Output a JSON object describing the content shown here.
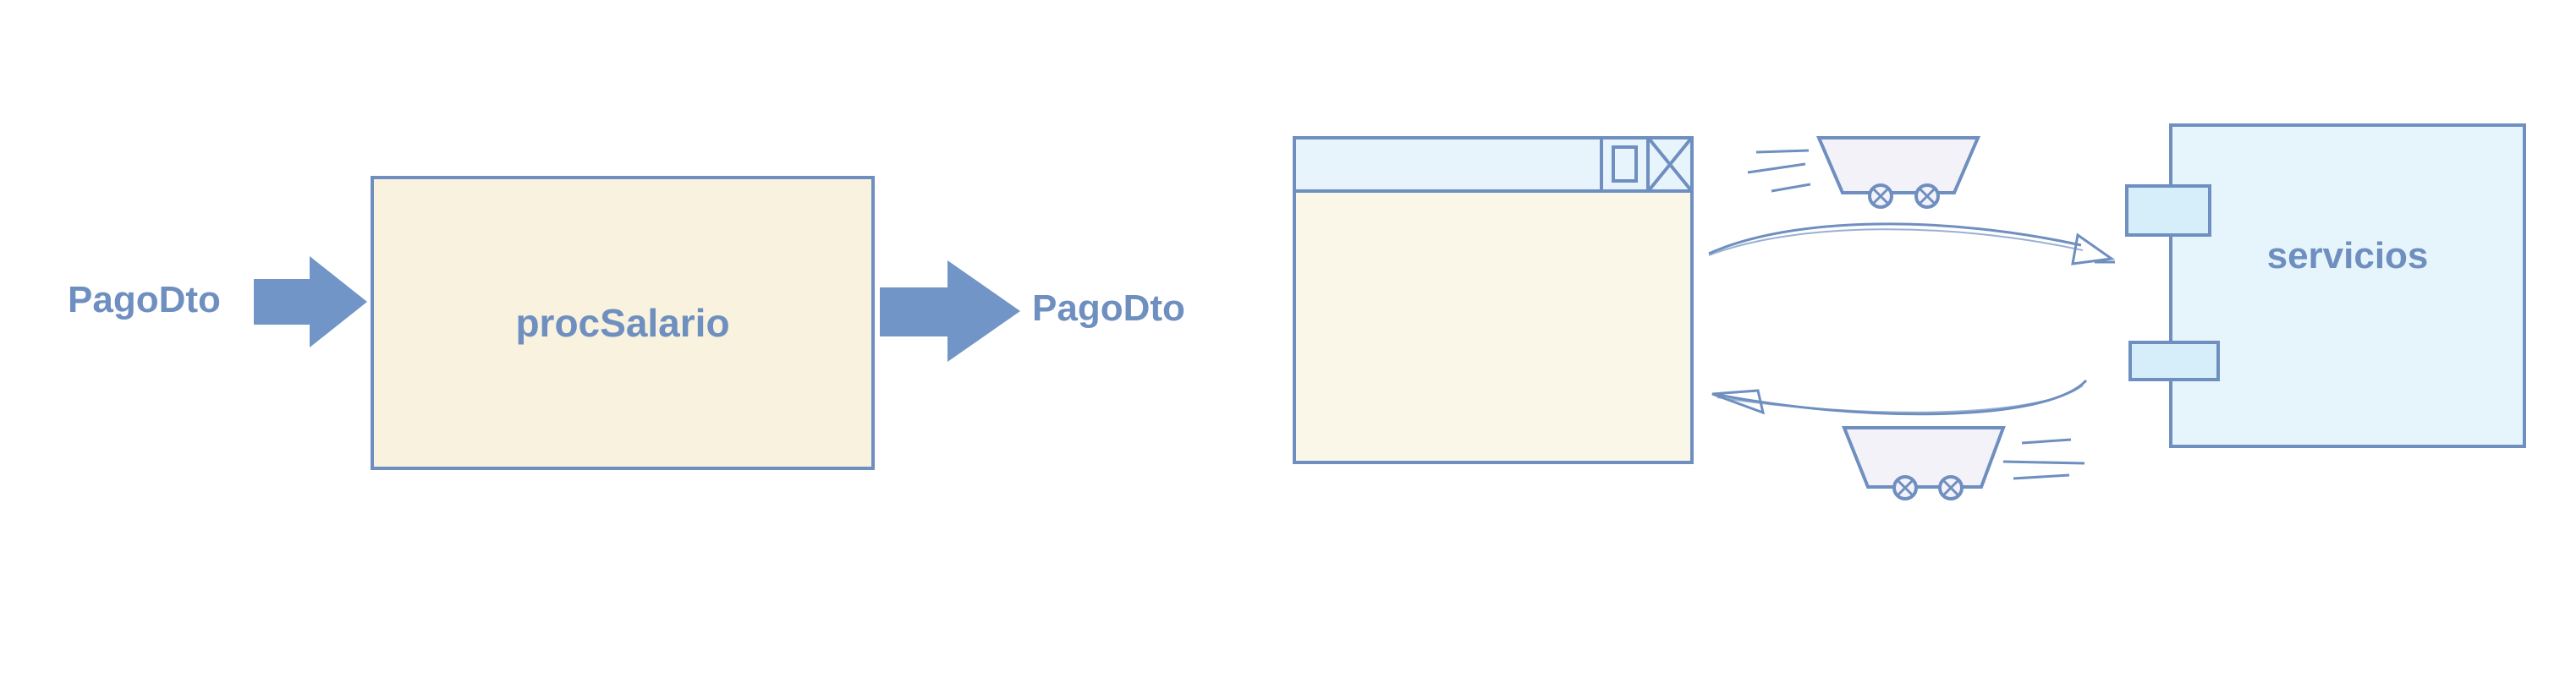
{
  "diagram": {
    "input_label": "PagoDto",
    "process_label": "procSalario",
    "output_label": "PagoDto",
    "services_label": "servicios"
  },
  "colors": {
    "stroke": "#6e8fbf",
    "arrow_fill": "#7195c6",
    "process_fill": "#f8f2de",
    "window_titlebar_fill": "#e8f4fb",
    "window_body_fill": "#faf7e8",
    "services_fill": "#e6f4fb",
    "port_fill": "#d6eef9",
    "cart_fill": "#f4f2f9"
  },
  "icons": [
    "block-arrow-icon",
    "application-window-icon",
    "maximize-icon",
    "close-icon",
    "mine-cart-icon",
    "component-icon",
    "curved-arrow-icon"
  ]
}
